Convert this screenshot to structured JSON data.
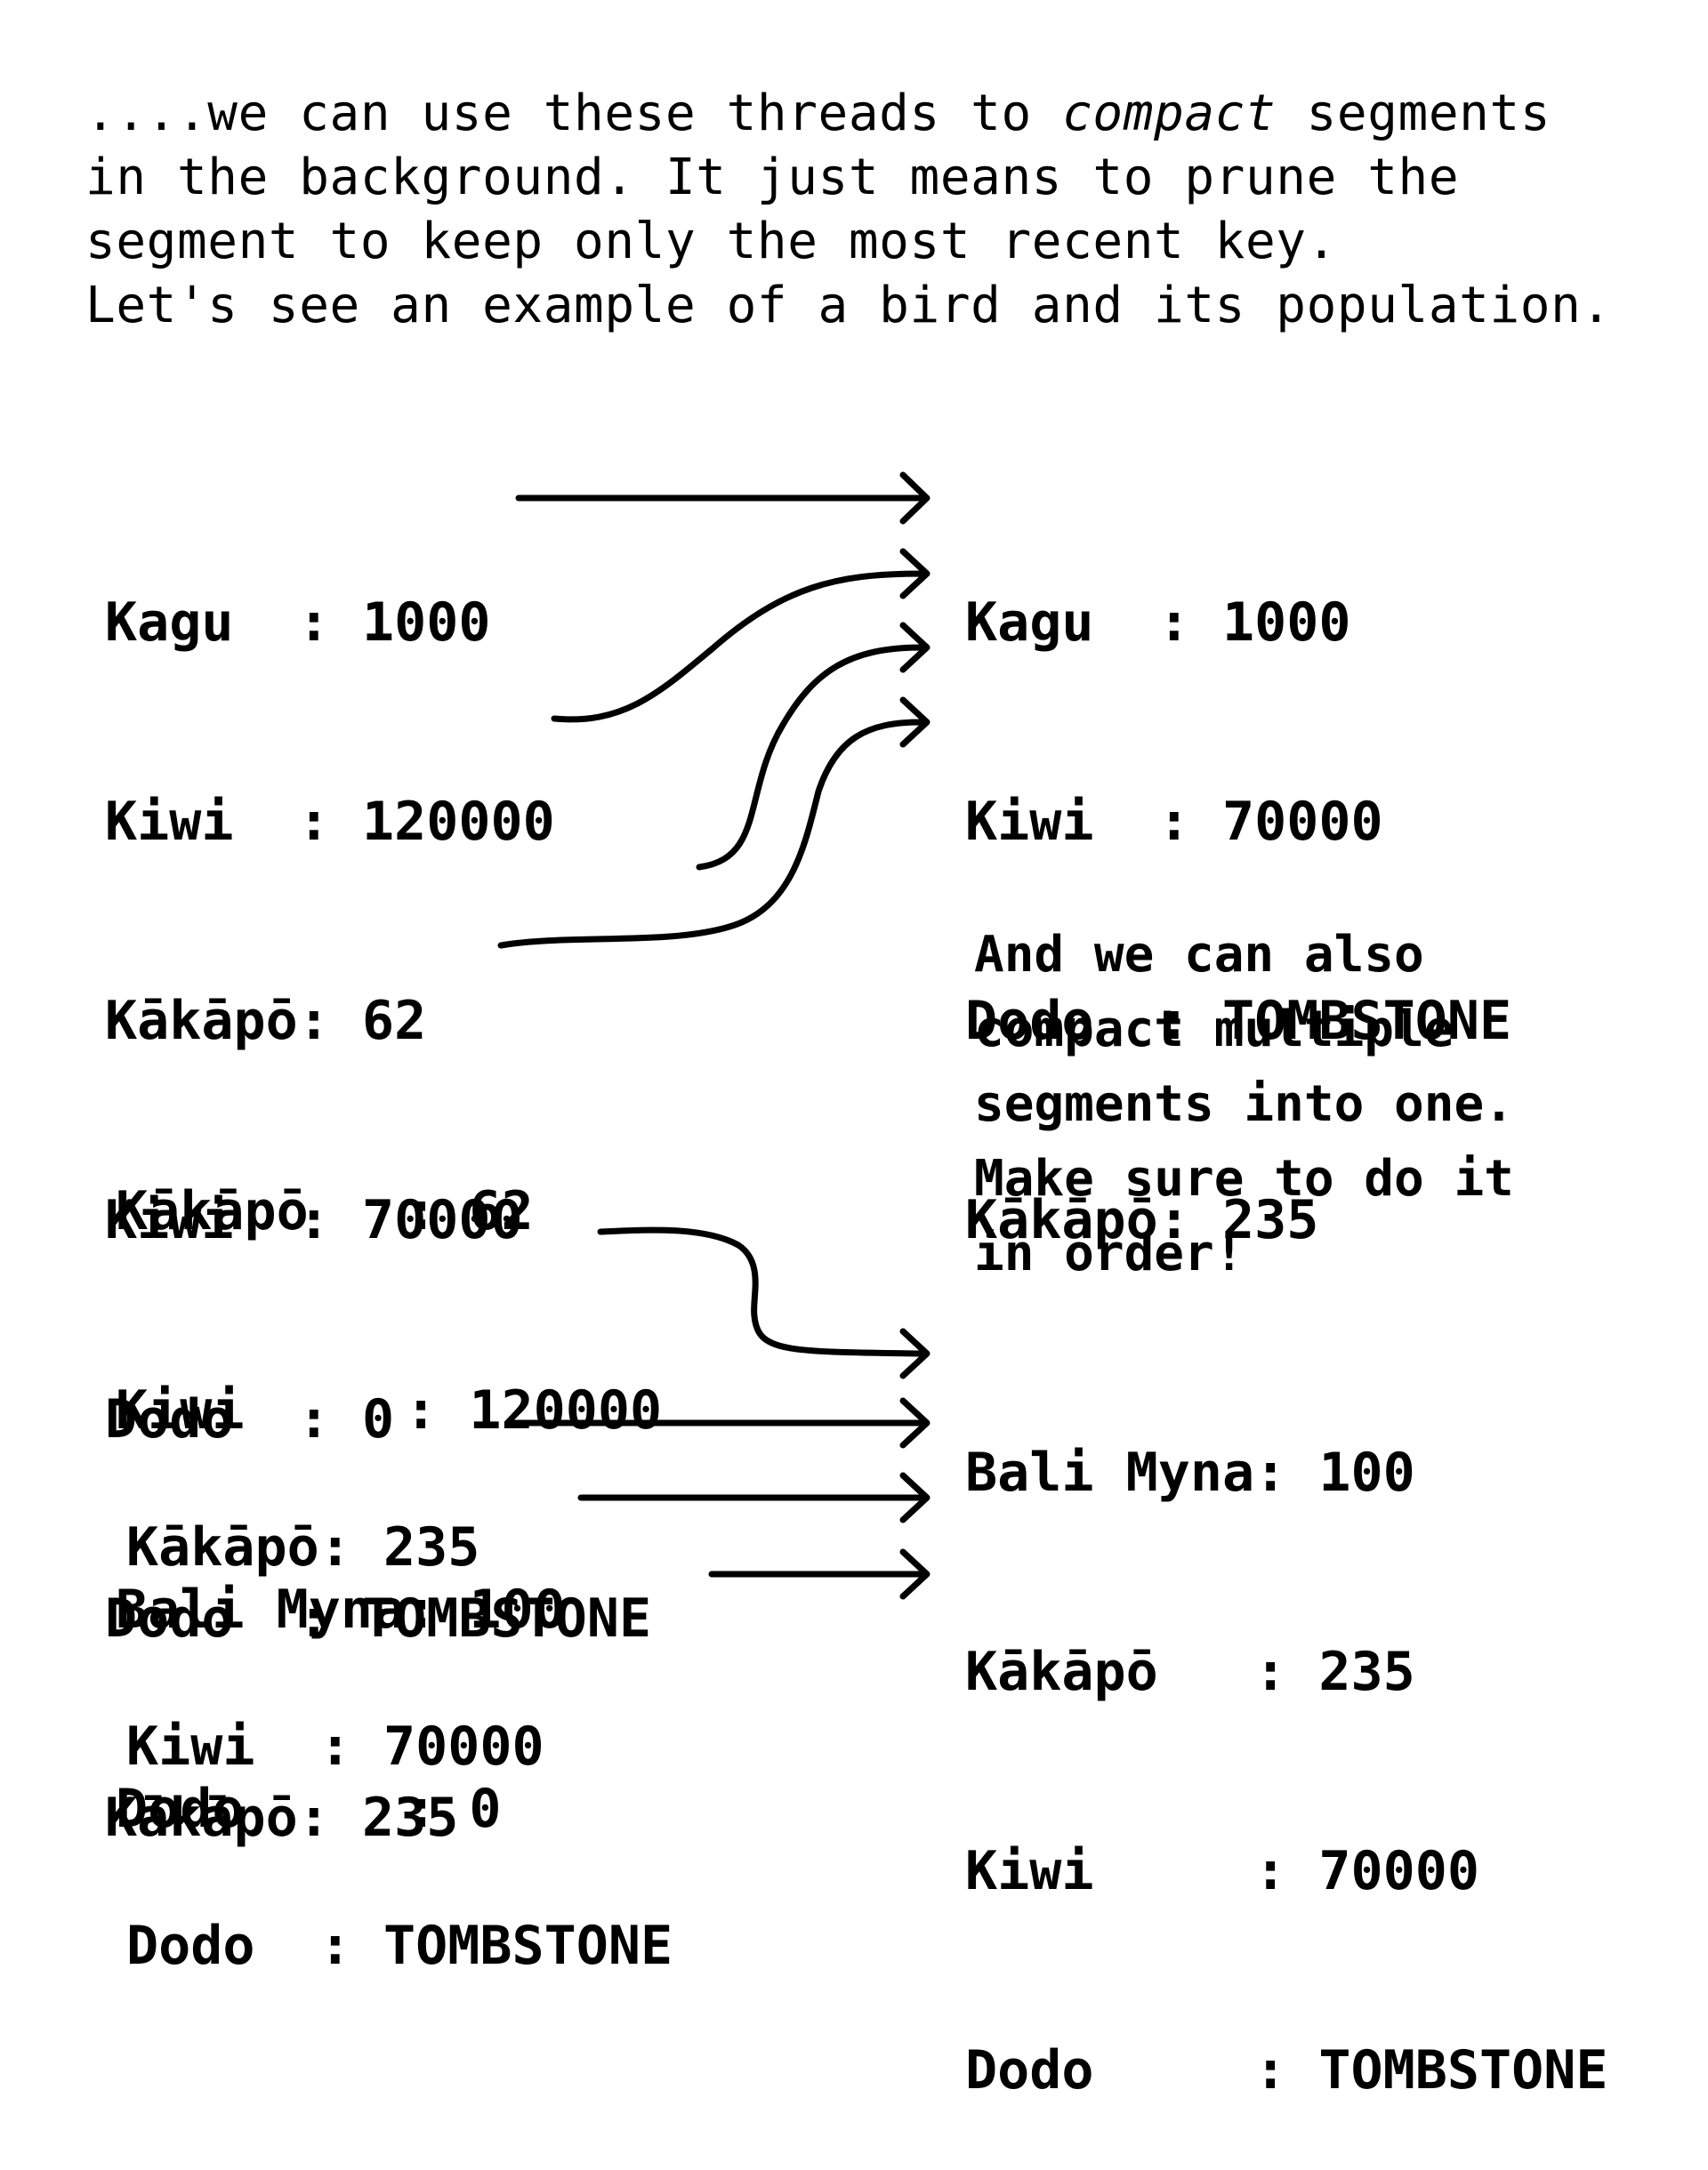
{
  "intro": {
    "before_emphasis": "....we can use these threads to ",
    "emphasis": "compact",
    "after_emphasis": " segments\nin the background. It just means to prune the\nsegment to keep only the most recent key.\nLet's see an example of a bird and its population."
  },
  "example_1": {
    "input": [
      "Kagu  : 1000",
      "Kiwi  : 120000",
      "Kākāpō: 62",
      "Kiwi  : 70000",
      "Dodo  : 0",
      "Dodo  : TOMBSTONE",
      "Kākāpō: 235"
    ],
    "output": [
      "Kagu  : 1000",
      "Kiwi  : 70000",
      "Dodo  : TOMBSTONE",
      "Kākāpō: 235"
    ]
  },
  "note": "And we can also\ncompact multiple\nsegments into one.\nMake sure to do it\nin order!",
  "example_2": {
    "older_segment": [
      "Kākāpō   : 62",
      "Kiwi     : 120000",
      "Bali Myna: 100",
      "Dodo     : 0"
    ],
    "newer_segment": [
      "Kākāpō: 235",
      "Kiwi  : 70000",
      "Dodo  : TOMBSTONE"
    ],
    "merged_output": [
      "Bali Myna: 100",
      "Kākāpō   : 235",
      "Kiwi     : 70000",
      "Dodo     : TOMBSTONE"
    ]
  }
}
